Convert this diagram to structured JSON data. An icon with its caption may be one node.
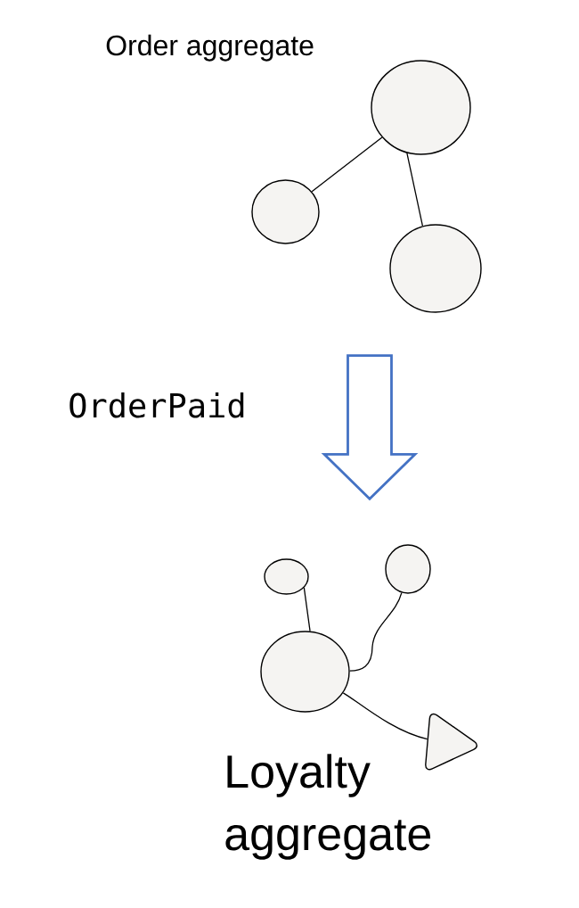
{
  "diagram": {
    "nodes": [
      {
        "text": [],
        "shape": "circle"
      },
      {
        "text": [],
        "shape": "circle"
      },
      {
        "text": [],
        "shape": "circle"
      },
      {
        "text": [],
        "shape": "circle"
      },
      {
        "text": [],
        "shape": "circle"
      },
      {
        "text": [],
        "shape": "circle"
      },
      {
        "text": [],
        "shape": "triangle"
      }
    ],
    "edges": [
      {
        "from": 0,
        "to": 1,
        "arrow": "none"
      },
      {
        "from": 0,
        "to": 2,
        "arrow": "none"
      },
      {
        "from": 2,
        "to": 4,
        "arrow": "to",
        "label": "OrderPaid",
        "style": "thick",
        "color": "#4472c4"
      },
      {
        "from": 3,
        "to": 5,
        "arrow": "none"
      },
      {
        "from": 4,
        "to": 5,
        "arrow": "none"
      },
      {
        "from": 5,
        "to": 6,
        "arrow": "none"
      }
    ],
    "labels": [
      "Order aggregate",
      "Loyalty aggregate"
    ]
  }
}
